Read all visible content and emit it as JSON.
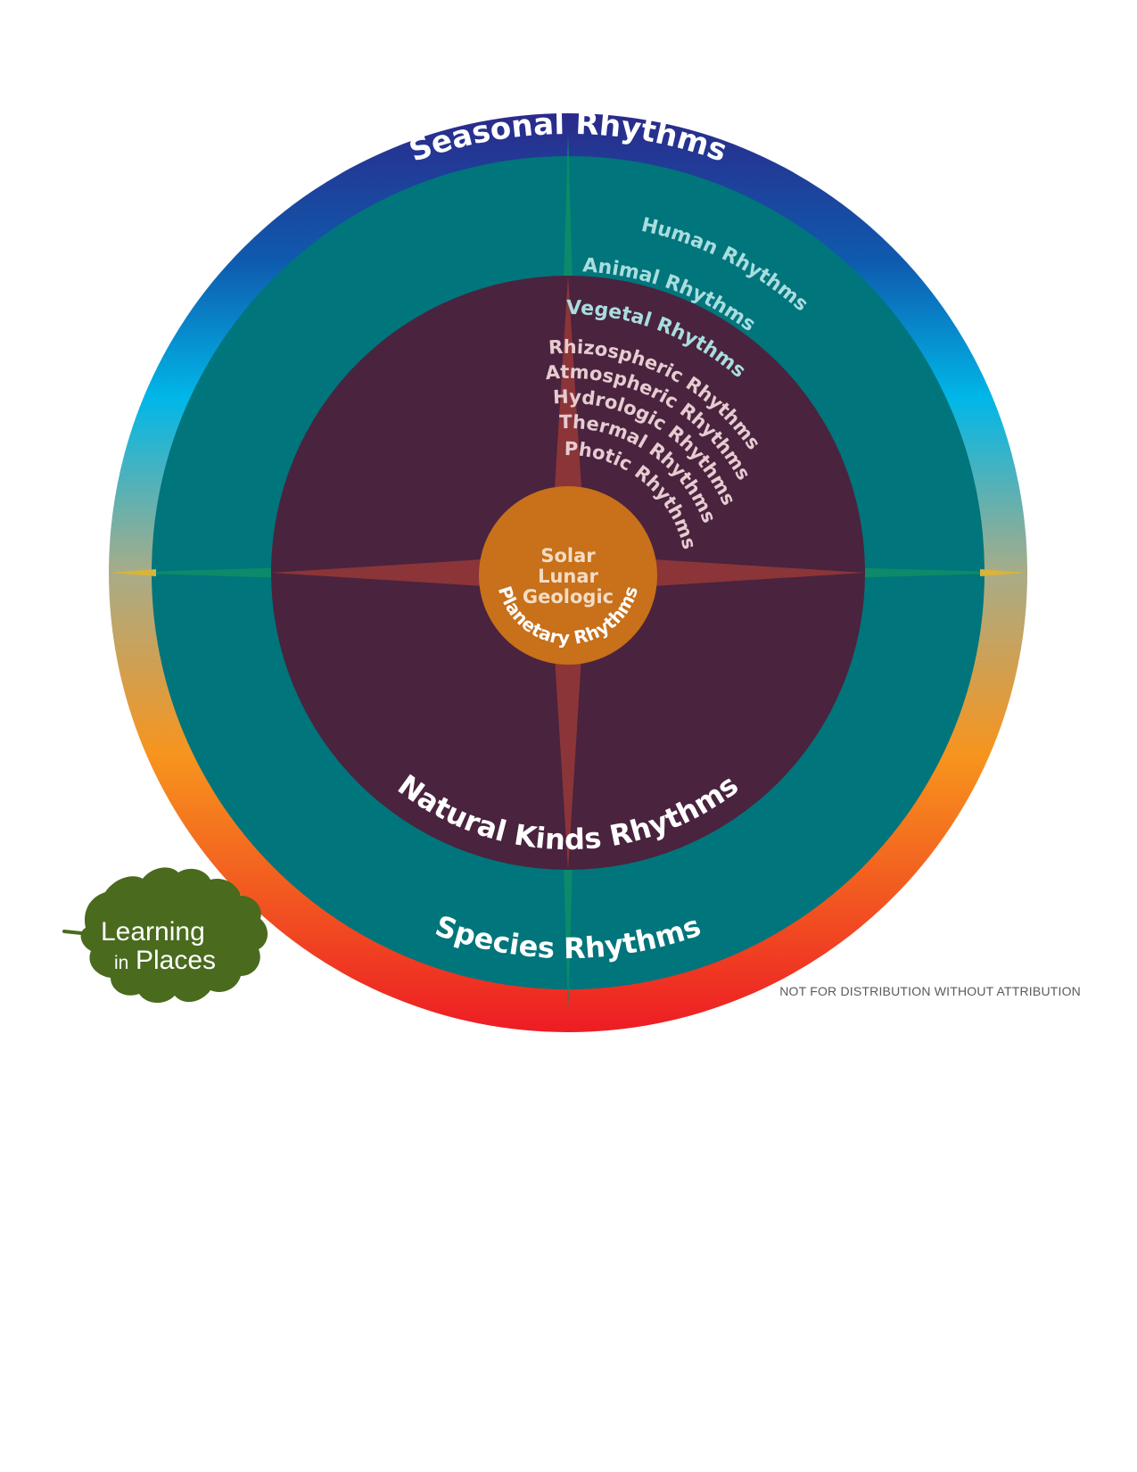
{
  "diagram": {
    "outer_ring_label": "Seasonal Rhythms",
    "middle_ring_label": "Species Rhythms",
    "inner_ring_label": "Natural Kinds Rhythms",
    "center": {
      "lines": [
        "Solar",
        "Lunar",
        "Geologic"
      ],
      "arc_label": "Planetary Rhythms"
    },
    "natural_kinds_labels": [
      "Photic Rhythms",
      "Thermal Rhythms",
      "Hydrologic Rhythms",
      "Atmospheric Rhythms",
      "Rhizospheric Rhythms"
    ],
    "species_labels": [
      "Vegetal Rhythms",
      "Animal Rhythms",
      "Human Rhythms"
    ]
  },
  "logo": {
    "line1": "Learning",
    "line2_small": "in",
    "line2_big": "Places"
  },
  "footer_note": "NOT FOR DISTRIBUTION WITHOUT ATTRIBUTION",
  "colors": {
    "seasonal_top": "#2b2a8a",
    "seasonal_cyan": "#00b7e8",
    "seasonal_orange": "#f7941d",
    "seasonal_bottom": "#ed1c24",
    "species_ring": "#00757b",
    "natural_kinds": "#4a233e",
    "center": "#c8701a",
    "star_rays": "#8b3538",
    "green_rays": "#0c8a6a",
    "logo_green": "#4a6a1e",
    "label_light": "#e6ccd1",
    "label_teal": "#a9dde0"
  }
}
